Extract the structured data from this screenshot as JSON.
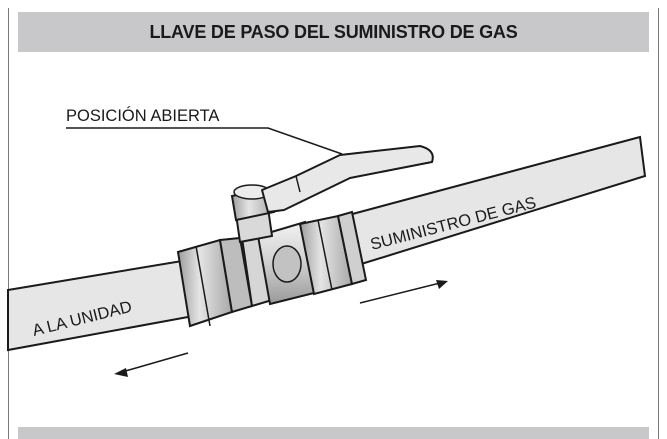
{
  "header": {
    "title": "LLAVE DE PASO DEL SUMINISTRO DE GAS"
  },
  "labels": {
    "valve_position": "POSICIÓN ABIERTA",
    "supply": "SUMINISTRO DE GAS",
    "to_unit": "A LA UNIDAD"
  },
  "colors": {
    "header_background": "#c8c8ca",
    "pipe_fill": "#e6e6e6",
    "outline": "#1a1a1a",
    "frame_border": "#7a7a7a"
  },
  "icons": {
    "flow_in_arrow": "arrow-right-icon",
    "flow_out_arrow": "arrow-left-icon"
  }
}
